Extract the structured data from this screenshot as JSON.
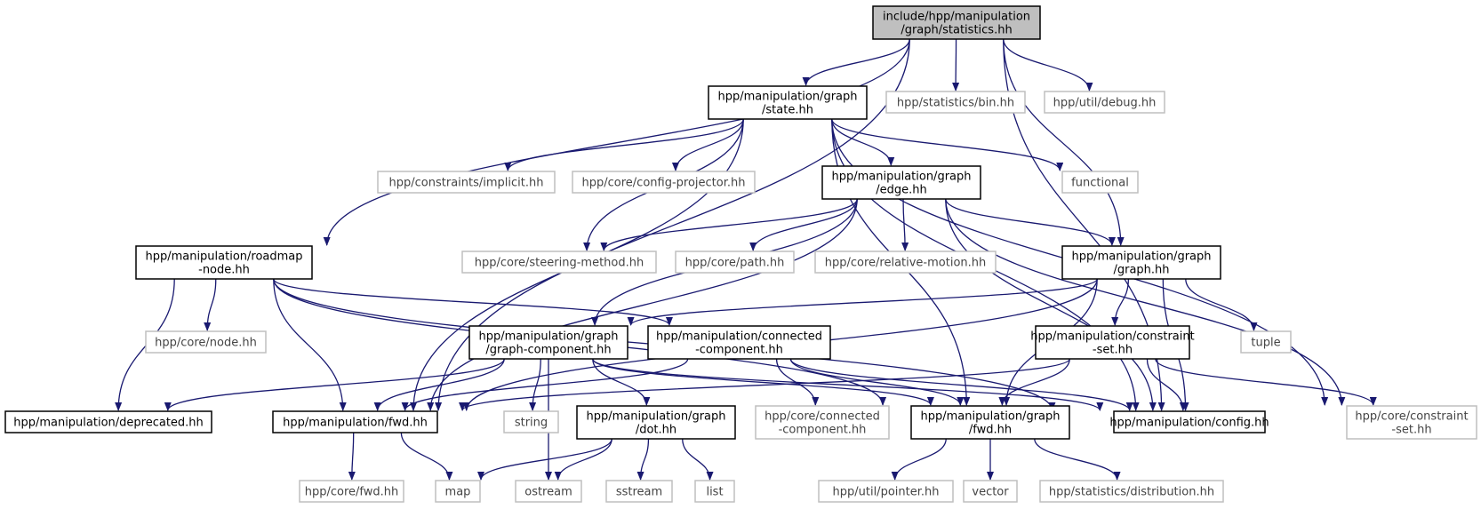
{
  "colors": {
    "edge": "#191970",
    "root_fill": "#bfbfbf",
    "node_border": "#000000",
    "external_border": "#bfbfbf"
  },
  "diagram": {
    "nodes": [
      {
        "id": "root",
        "lines": [
          "include/hpp/manipulation",
          "/graph/statistics.hh"
        ],
        "kind": "root"
      },
      {
        "id": "state",
        "lines": [
          "hpp/manipulation/graph",
          "/state.hh"
        ],
        "kind": "local"
      },
      {
        "id": "stats_bin",
        "lines": [
          "hpp/statistics/bin.hh"
        ],
        "kind": "external"
      },
      {
        "id": "util_debug",
        "lines": [
          "hpp/util/debug.hh"
        ],
        "kind": "external"
      },
      {
        "id": "constraints_implicit",
        "lines": [
          "hpp/constraints/implicit.hh"
        ],
        "kind": "external"
      },
      {
        "id": "config_projector",
        "lines": [
          "hpp/core/config-projector.hh"
        ],
        "kind": "external"
      },
      {
        "id": "edge",
        "lines": [
          "hpp/manipulation/graph",
          "/edge.hh"
        ],
        "kind": "local"
      },
      {
        "id": "functional",
        "lines": [
          "functional"
        ],
        "kind": "external"
      },
      {
        "id": "roadmap_node",
        "lines": [
          "hpp/manipulation/roadmap",
          "-node.hh"
        ],
        "kind": "local"
      },
      {
        "id": "steering_method",
        "lines": [
          "hpp/core/steering-method.hh"
        ],
        "kind": "external"
      },
      {
        "id": "core_path",
        "lines": [
          "hpp/core/path.hh"
        ],
        "kind": "external"
      },
      {
        "id": "relative_motion",
        "lines": [
          "hpp/core/relative-motion.hh"
        ],
        "kind": "external"
      },
      {
        "id": "graph",
        "lines": [
          "hpp/manipulation/graph",
          "/graph.hh"
        ],
        "kind": "local"
      },
      {
        "id": "core_node",
        "lines": [
          "hpp/core/node.hh"
        ],
        "kind": "external"
      },
      {
        "id": "graph_component",
        "lines": [
          "hpp/manipulation/graph",
          "/graph-component.hh"
        ],
        "kind": "local"
      },
      {
        "id": "connected_component",
        "lines": [
          "hpp/manipulation/connected",
          "-component.hh"
        ],
        "kind": "local"
      },
      {
        "id": "constraint_set",
        "lines": [
          "hpp/manipulation/constraint",
          "-set.hh"
        ],
        "kind": "local"
      },
      {
        "id": "tuple",
        "lines": [
          "tuple"
        ],
        "kind": "external"
      },
      {
        "id": "deprecated",
        "lines": [
          "hpp/manipulation/deprecated.hh"
        ],
        "kind": "local"
      },
      {
        "id": "manip_fwd",
        "lines": [
          "hpp/manipulation/fwd.hh"
        ],
        "kind": "local"
      },
      {
        "id": "string",
        "lines": [
          "string"
        ],
        "kind": "external"
      },
      {
        "id": "graph_dot",
        "lines": [
          "hpp/manipulation/graph",
          "/dot.hh"
        ],
        "kind": "local"
      },
      {
        "id": "core_connected_component",
        "lines": [
          "hpp/core/connected",
          "-component.hh"
        ],
        "kind": "external"
      },
      {
        "id": "graph_fwd",
        "lines": [
          "hpp/manipulation/graph",
          "/fwd.hh"
        ],
        "kind": "local"
      },
      {
        "id": "manip_config",
        "lines": [
          "hpp/manipulation/config.hh"
        ],
        "kind": "local"
      },
      {
        "id": "core_constraint_set",
        "lines": [
          "hpp/core/constraint",
          "-set.hh"
        ],
        "kind": "external"
      },
      {
        "id": "core_fwd",
        "lines": [
          "hpp/core/fwd.hh"
        ],
        "kind": "external"
      },
      {
        "id": "map",
        "lines": [
          "map"
        ],
        "kind": "external"
      },
      {
        "id": "ostream",
        "lines": [
          "ostream"
        ],
        "kind": "external"
      },
      {
        "id": "sstream",
        "lines": [
          "sstream"
        ],
        "kind": "external"
      },
      {
        "id": "list",
        "lines": [
          "list"
        ],
        "kind": "external"
      },
      {
        "id": "util_pointer",
        "lines": [
          "hpp/util/pointer.hh"
        ],
        "kind": "external"
      },
      {
        "id": "vector",
        "lines": [
          "vector"
        ],
        "kind": "external"
      },
      {
        "id": "stats_distribution",
        "lines": [
          "hpp/statistics/distribution.hh"
        ],
        "kind": "external"
      }
    ],
    "edges": [
      [
        "root",
        "state"
      ],
      [
        "root",
        "stats_bin"
      ],
      [
        "root",
        "util_debug"
      ],
      [
        "root",
        "roadmap_node"
      ],
      [
        "root",
        "graph"
      ],
      [
        "root",
        "manip_fwd"
      ],
      [
        "root",
        "manip_config"
      ],
      [
        "state",
        "constraints_implicit"
      ],
      [
        "state",
        "config_projector"
      ],
      [
        "state",
        "edge"
      ],
      [
        "state",
        "functional"
      ],
      [
        "state",
        "steering_method"
      ],
      [
        "state",
        "manip_fwd"
      ],
      [
        "state",
        "graph_fwd"
      ],
      [
        "state",
        "manip_config"
      ],
      [
        "state",
        "core_constraint_set"
      ],
      [
        "edge",
        "steering_method"
      ],
      [
        "edge",
        "core_path"
      ],
      [
        "edge",
        "relative_motion"
      ],
      [
        "edge",
        "graph"
      ],
      [
        "edge",
        "graph_component"
      ],
      [
        "edge",
        "manip_fwd"
      ],
      [
        "edge",
        "manip_config"
      ],
      [
        "edge",
        "core_constraint_set"
      ],
      [
        "roadmap_node",
        "core_node"
      ],
      [
        "roadmap_node",
        "deprecated"
      ],
      [
        "roadmap_node",
        "manip_fwd"
      ],
      [
        "roadmap_node",
        "connected_component"
      ],
      [
        "roadmap_node",
        "graph_fwd"
      ],
      [
        "roadmap_node",
        "manip_config"
      ],
      [
        "graph",
        "graph_component"
      ],
      [
        "graph",
        "constraint_set"
      ],
      [
        "graph",
        "tuple"
      ],
      [
        "graph",
        "manip_fwd"
      ],
      [
        "graph",
        "graph_fwd"
      ],
      [
        "graph",
        "manip_config"
      ],
      [
        "graph_component",
        "deprecated"
      ],
      [
        "graph_component",
        "manip_fwd"
      ],
      [
        "graph_component",
        "string"
      ],
      [
        "graph_component",
        "graph_dot"
      ],
      [
        "graph_component",
        "ostream"
      ],
      [
        "graph_component",
        "graph_fwd"
      ],
      [
        "graph_component",
        "manip_config"
      ],
      [
        "connected_component",
        "manip_fwd"
      ],
      [
        "connected_component",
        "core_connected_component"
      ],
      [
        "connected_component",
        "graph_fwd"
      ],
      [
        "connected_component",
        "manip_config"
      ],
      [
        "constraint_set",
        "manip_fwd"
      ],
      [
        "constraint_set",
        "graph_fwd"
      ],
      [
        "constraint_set",
        "manip_config"
      ],
      [
        "constraint_set",
        "core_constraint_set"
      ],
      [
        "manip_fwd",
        "core_fwd"
      ],
      [
        "manip_fwd",
        "map"
      ],
      [
        "graph_dot",
        "map"
      ],
      [
        "graph_dot",
        "ostream"
      ],
      [
        "graph_dot",
        "sstream"
      ],
      [
        "graph_dot",
        "list"
      ],
      [
        "graph_fwd",
        "util_pointer"
      ],
      [
        "graph_fwd",
        "vector"
      ],
      [
        "graph_fwd",
        "stats_distribution"
      ]
    ]
  }
}
